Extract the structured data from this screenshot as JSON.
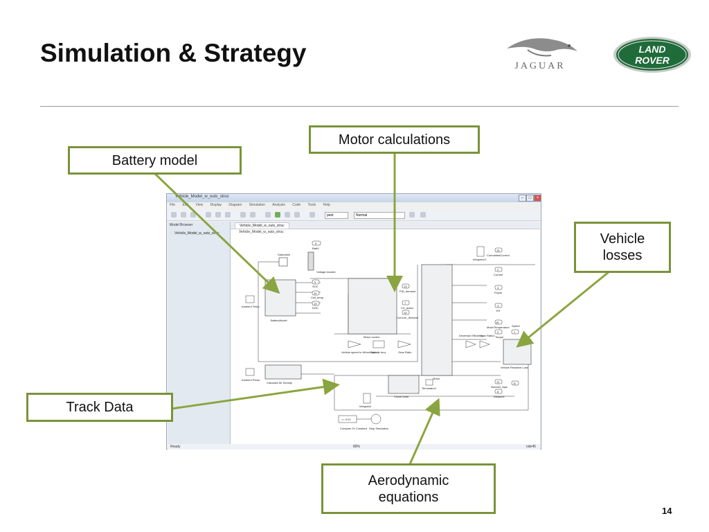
{
  "slide": {
    "title": "Simulation & Strategy",
    "page_number": "14"
  },
  "logos": {
    "jaguar_text": "JAGUAR",
    "landrover_line1": "LAND",
    "landrover_line2": "ROVER"
  },
  "callouts": {
    "battery_model": "Battery model",
    "motor_calculations": "Motor calculations",
    "vehicle_losses_line1": "Vehicle",
    "vehicle_losses_line2": "losses",
    "track_data": "Track Data",
    "aero_line1": "Aerodynamic",
    "aero_line2": "equations"
  },
  "colors": {
    "callout_border": "#79933a",
    "arrow": "#8aa53f"
  },
  "simulink": {
    "window_title": "Vehicle_Model_w_outs_struc",
    "menu": [
      "File",
      "Edit",
      "View",
      "Display",
      "Diagram",
      "Simulation",
      "Analysis",
      "Code",
      "Tools",
      "Help"
    ],
    "stop_time": "pest",
    "sim_mode": "Normal",
    "browser_title": "Model Browser",
    "browser_item": "Vehicle_Model_w_outs_struc",
    "tab": "Vehicle_Model_w_outs_struc",
    "address": "Vehicle_Model_w_outs_struc",
    "status_left": "Ready",
    "status_zoom": "89%",
    "status_solver": "ode45",
    "blocks": {
      "saturation": "Saturation",
      "voltage_booster": "Voltage booster",
      "battery_model": "BatteryModel",
      "motor_control": "Motor control",
      "motor": "Motor",
      "integrator": "Integrator",
      "integrator1": "Integrator1",
      "circuit_data": "Circuit Data",
      "calc_air_density": "Calculate Air Density",
      "ambient_temp": "Ambient Temp",
      "ambient_press": "Ambient Press",
      "compare_const": "Compare To Constant",
      "stop_sim": "Stop Simulation",
      "vehicle_resistive": "Vehicle Resistive Loss",
      "drivetrain_eff": "Drivetrain Efficiency",
      "gear_ratio2": "Gear Ratio2",
      "ratio_to_torq": "Ratio to torq",
      "gear_ratio": "Gear Ratio",
      "vehicle_speed": "Vehicle speed to Wheel speed",
      "terminator1": "Terminator1"
    },
    "outports": [
      {
        "n": "5",
        "label": "BattV"
      },
      {
        "n": "9",
        "label": "SOC"
      },
      {
        "n": "10",
        "label": "Cell_temp"
      },
      {
        "n": "19",
        "label": "DOC"
      },
      {
        "n": "13",
        "label": "PID_demand"
      },
      {
        "n": "7",
        "label": "CS_action"
      },
      {
        "n": "14",
        "label": "CurrLim_demand"
      },
      {
        "n": "15",
        "label": "CumulatedCurrent"
      },
      {
        "n": "2",
        "label": "Current"
      },
      {
        "n": "3",
        "label": "Power"
      },
      {
        "n": "4",
        "label": "Eff"
      },
      {
        "n": "16",
        "label": "MotorTemperature"
      },
      {
        "n": "2",
        "label": "Torque"
      },
      {
        "n": "1",
        "label": "Speed"
      },
      {
        "n": "12",
        "label": "Number_laps"
      },
      {
        "n": "8",
        "label": "Distance"
      },
      {
        "n": "11",
        "label": ""
      }
    ],
    "compare_value": ">= 0.01"
  }
}
